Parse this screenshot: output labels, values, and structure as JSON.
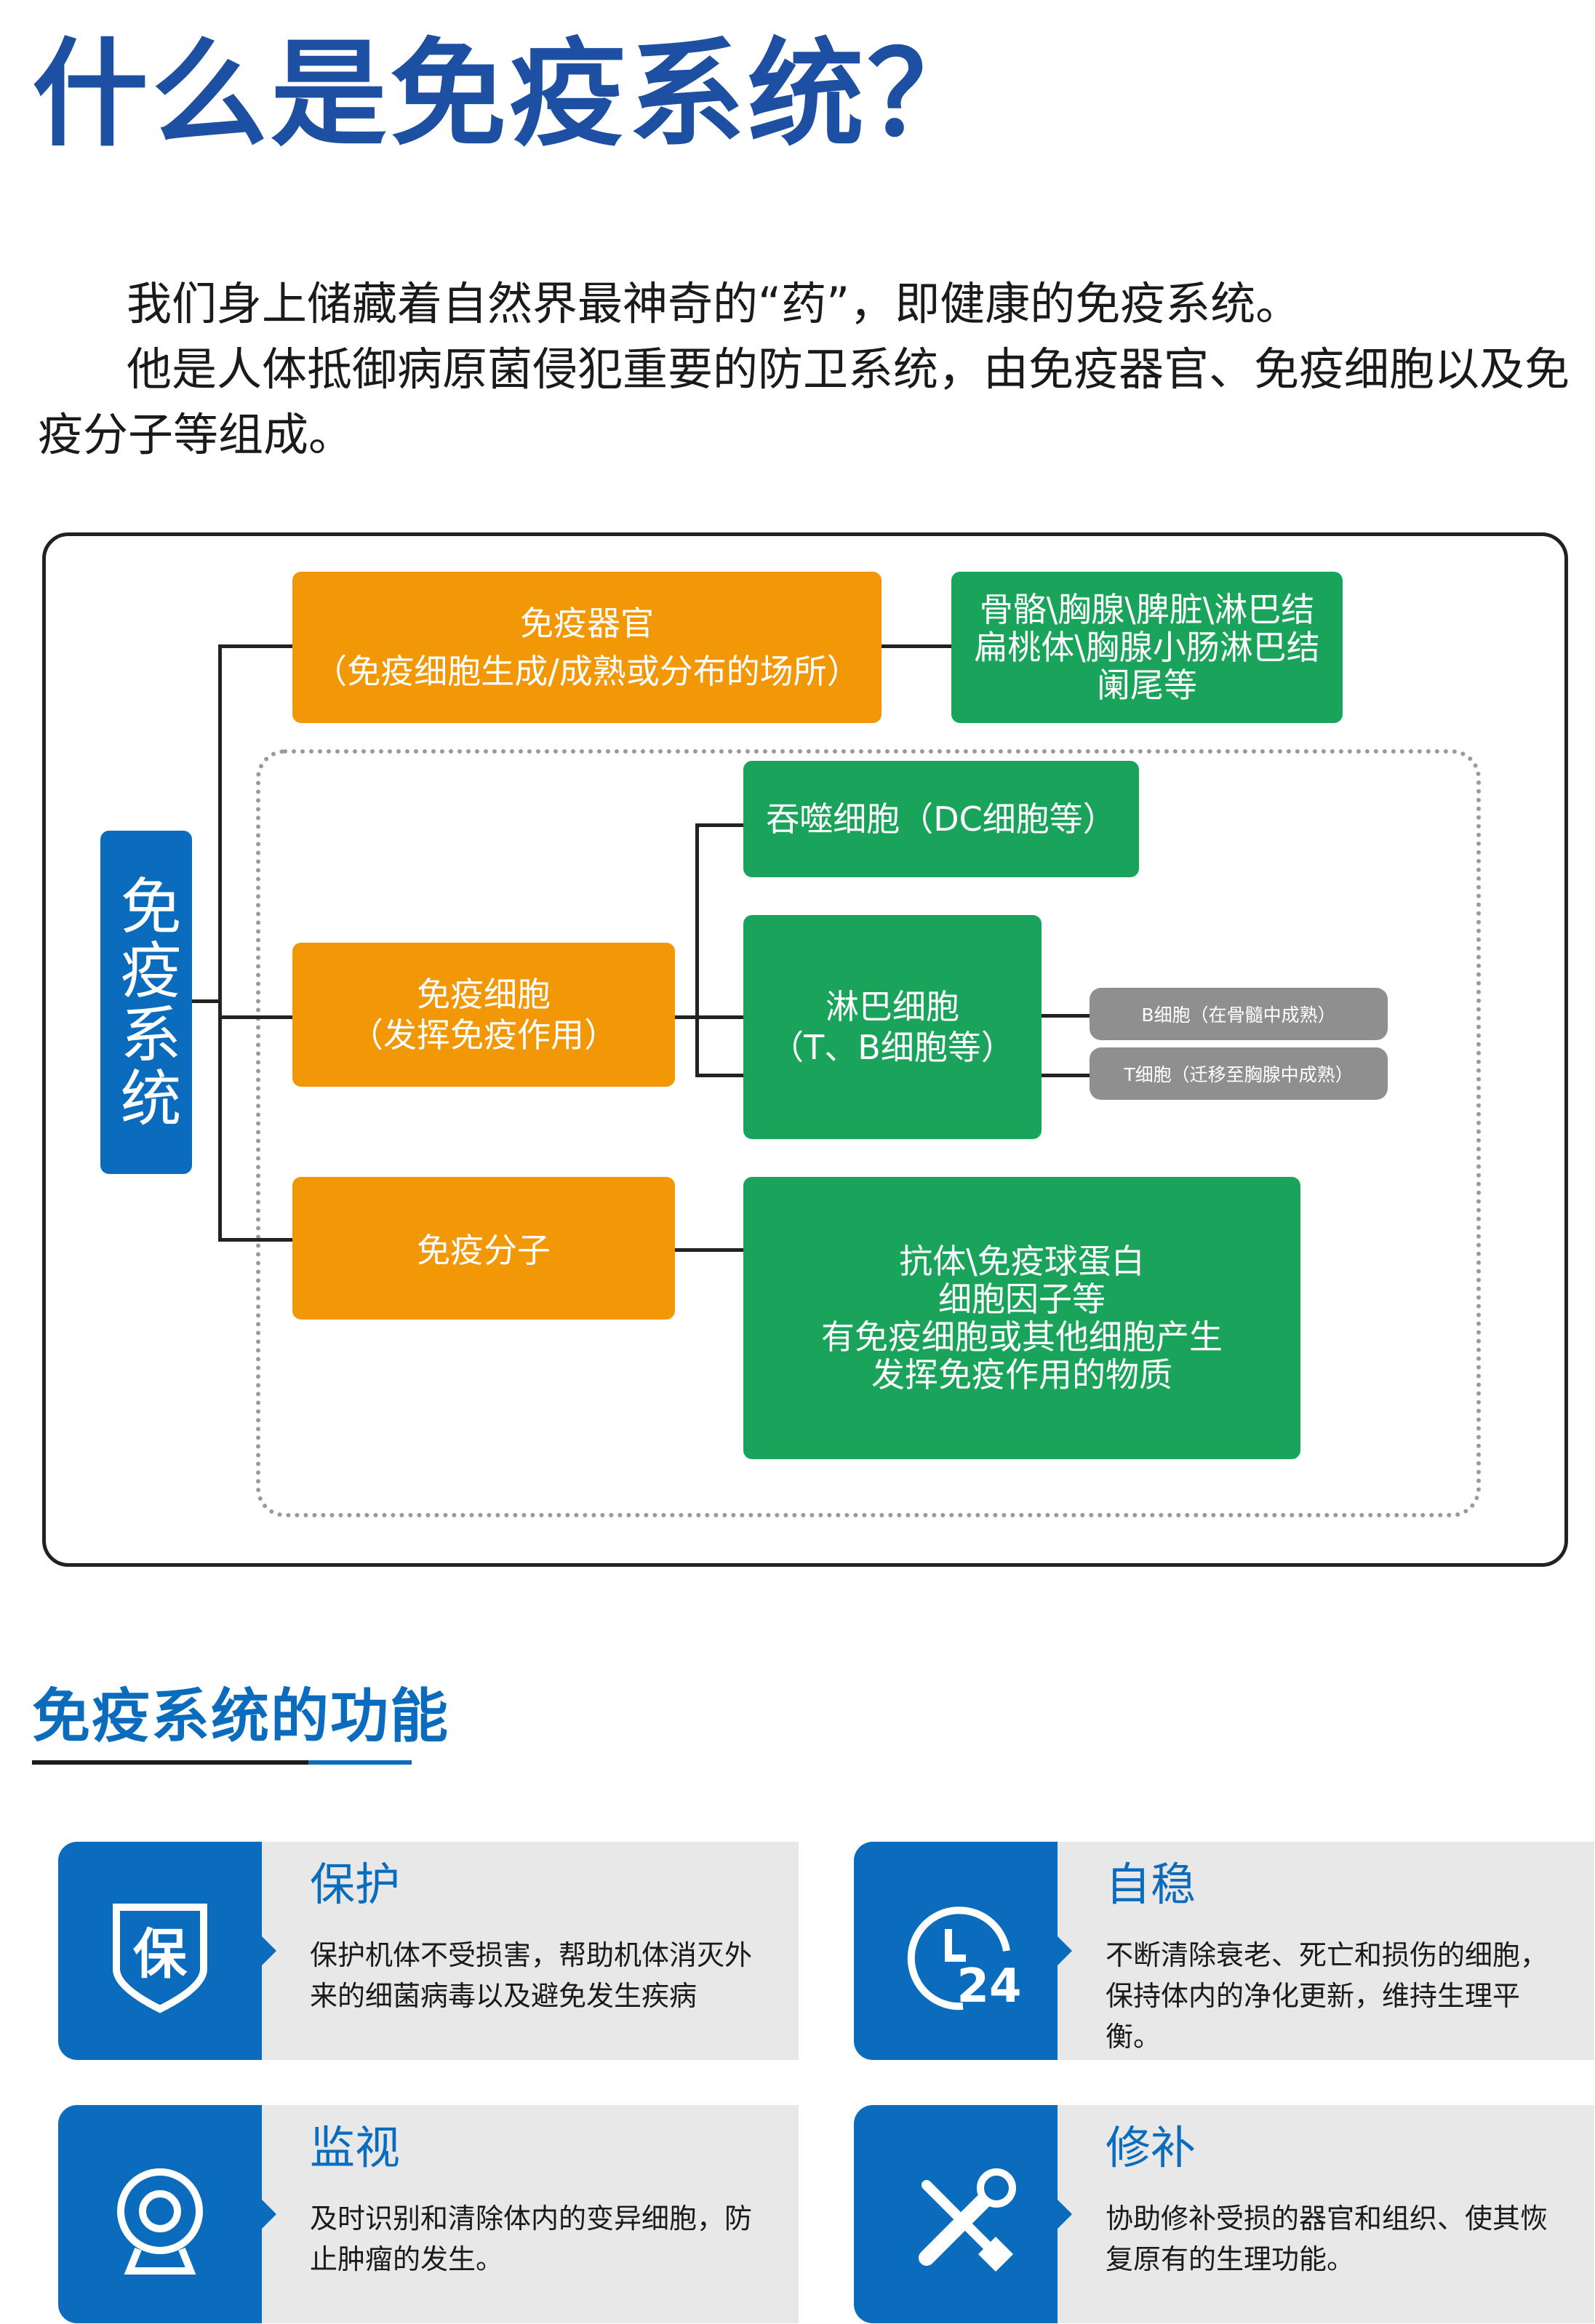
{
  "title": "什么是免疫系统？",
  "intro": {
    "line1": "我们身上储藏着自然界最神奇的“药”，即健康的免疫系统。",
    "line2": "他是人体抵御病原菌侵犯重要的防卫系统，由免疫器官、免疫细胞以及免",
    "line3": "疫分子等组成。"
  },
  "diagram": {
    "root": "免疫系统",
    "organ": {
      "name": "免疫器官",
      "desc": "（免疫细胞生成/成熟或分布的场所）"
    },
    "organ_detail": [
      "骨骼\\胸腺\\脾脏\\淋巴结",
      "扁桃体\\胸腺小肠淋巴结",
      "阑尾等"
    ],
    "cell": {
      "name": "免疫细胞",
      "desc": "（发挥免疫作用）"
    },
    "phagocyte": "吞噬细胞（DC细胞等）",
    "lymphocyte": {
      "name": "淋巴细胞",
      "desc": "（T、B细胞等）"
    },
    "b_cell": "B细胞（在骨髓中成熟）",
    "t_cell": "T细胞（迁移至胸腺中成熟）",
    "molecule": "免疫分子",
    "molecule_detail": [
      "抗体\\免疫球蛋白",
      "细胞因子等",
      "有免疫细胞或其他细胞产生",
      "发挥免疫作用的物质"
    ]
  },
  "functions": {
    "heading": "免疫系统的功能",
    "cards": [
      {
        "title": "保护",
        "text": "保护机体不受损害，帮助机体消灭外来的细菌病毒以及避免发生疾病",
        "icon": "shield-bao-icon",
        "icon_text": "保"
      },
      {
        "title": "自稳",
        "text": "不断清除衰老、死亡和损伤的细胞，保持体内的净化更新，维持生理平衡。",
        "icon": "clock-24-icon",
        "icon_text": "24"
      },
      {
        "title": "监视",
        "text": "及时识别和清除体内的变异细胞，防止肿瘤的发生。",
        "icon": "webcam-icon"
      },
      {
        "title": "修补",
        "text": "协助修补受损的器官和组织、使其恢复原有的生理功能。",
        "icon": "wrench-screwdriver-icon"
      }
    ]
  },
  "colors": {
    "title_blue": "#1d4fa3",
    "orange": "#f29705",
    "green": "#1aa35a",
    "gray": "#8f8f8f",
    "blue": "#0b6cbd"
  }
}
